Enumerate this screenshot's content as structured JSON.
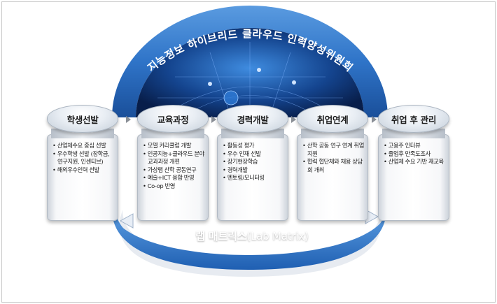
{
  "title": "지능정보 하이브리드 클라우드 인력양성위원회",
  "bottom_label": "랩 매트릭스",
  "bottom_label_paren": "(Lab Matrix)",
  "colors": {
    "arc_blue": "#2f74c8",
    "arc_blue_dark": "#1a4f9a",
    "globe_dark": "#0d2f6a"
  },
  "stages": [
    {
      "title": "학생선발",
      "items": [
        "산업체수요 중심 선발",
        "우수학생 선발 (장학금, 연구지원, 인센티브)",
        "해외우수인력 선발"
      ]
    },
    {
      "title": "교육과정",
      "items": [
        "모델 커리큘럼 개발",
        "인공지능+클라우드 분야 교과과정 개편",
        "가상랩 산학 공동연구",
        "예술+ICT 융합 반영",
        "Co-op 반영"
      ]
    },
    {
      "title": "경력개발",
      "items": [
        "활동성 평가",
        "우수 인재 선발",
        "장기현장학습",
        "경력개발",
        "멘토링/모니터링"
      ]
    },
    {
      "title": "취업연계",
      "items": [
        "산학 공동 연구 연계 취업 지원",
        "협력 협단체와 채용 상담회 개최"
      ]
    },
    {
      "title": "취업 후 관리",
      "items": [
        "고용주 인터뷰",
        "졸업후 만족도조사",
        "산업체 수요 기반 재교육"
      ]
    }
  ]
}
